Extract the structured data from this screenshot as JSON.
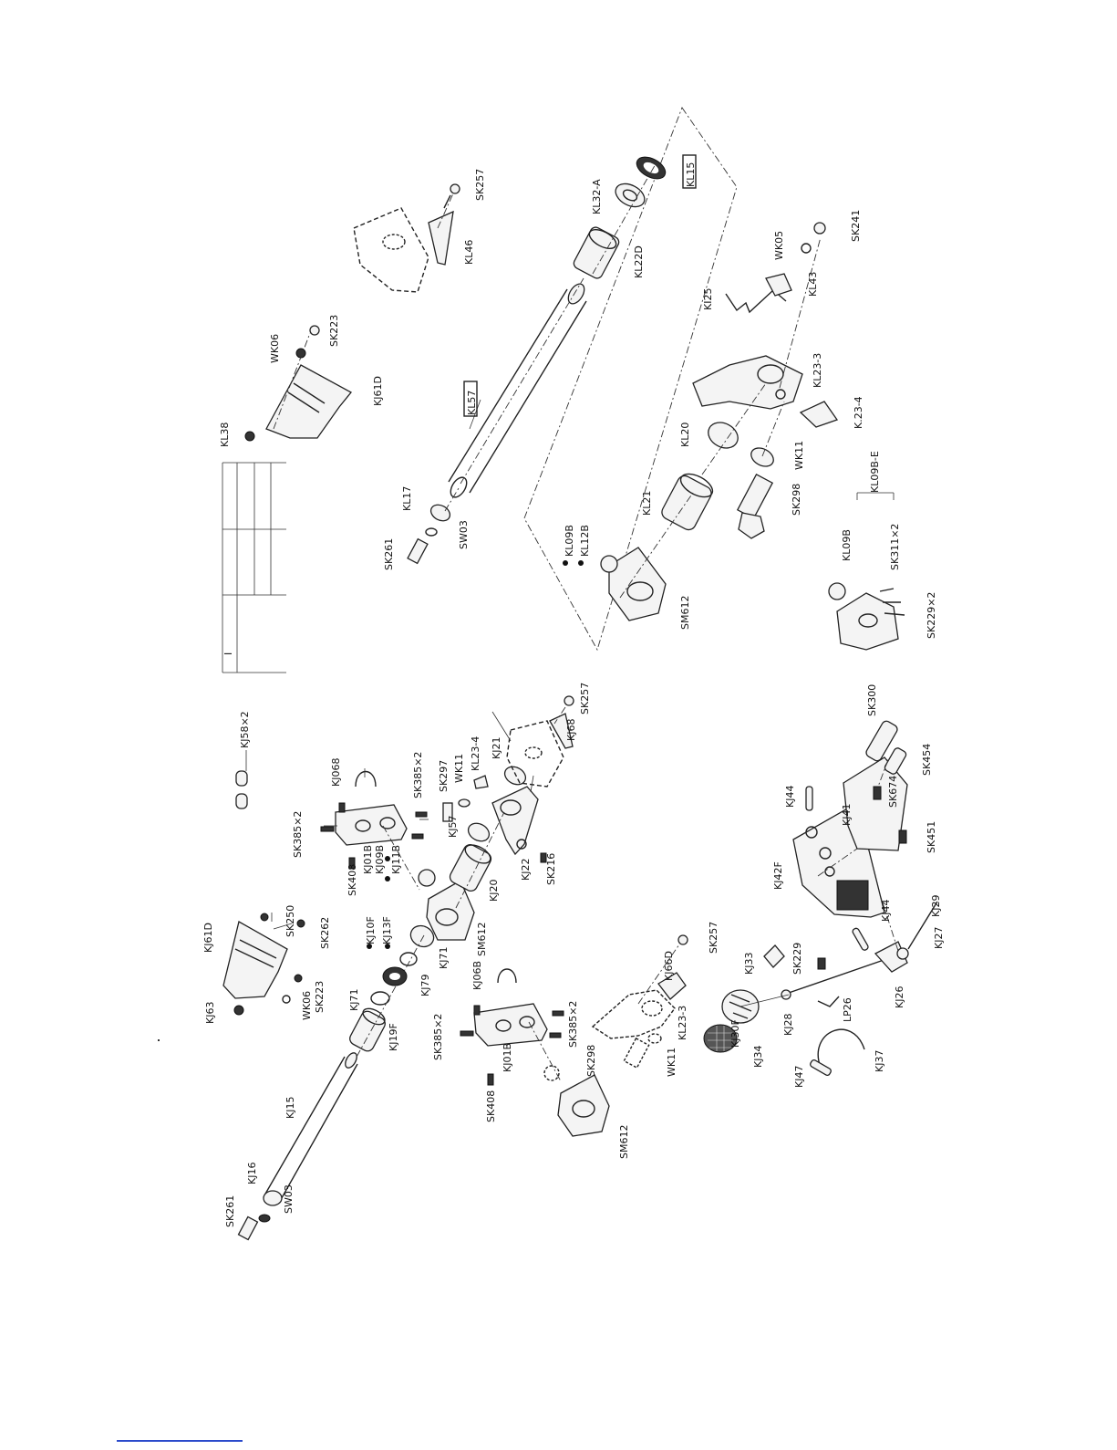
{
  "labels": {
    "kj58": "KJ58×2",
    "kj068": "KJ068",
    "sk385_a": "SK385×2",
    "sk385_b": "SK385×2",
    "kj01b_a": "KJ01B",
    "kj09b": "KJ09B",
    "kj11b": "KJ11B",
    "sk408_a": "SK408",
    "sk297": "SK297",
    "wk11_a": "WK11",
    "kl23_4_a": "KL23-4",
    "kj21": "KJ21",
    "kj57": "KJ57",
    "kj20": "KJ20",
    "sm612_a": "SM612",
    "kj22": "KJ22",
    "sk216": "SK216",
    "sk257_a": "SK257",
    "kj68": "KJ68",
    "kj61d_a": "KJ61D",
    "sk250": "SK250",
    "sk262": "SK262",
    "kj10f": "KJ10F",
    "kj13f": "KJ13F",
    "kj63": "KJ63",
    "wk06_a": "WK06",
    "sk223_a": "SK223",
    "kj71_a": "KJ71",
    "kj79": "KJ79",
    "kj71_b": "KJ71",
    "kj19f": "KJ19F",
    "kj15": "KJ15",
    "kj16": "KJ16",
    "sk261_a": "SK261",
    "sw03_a": "SW03",
    "kj06b": "KJ06B",
    "sk385_c": "SK385×2",
    "sk385_d": "SK385×2",
    "kj01b_b": "KJ01B",
    "sk408_b": "SK408",
    "sm612_b": "SM612",
    "sk298_a": "SK298",
    "wk11_b": "WK11",
    "kl23_3_a": "KL23-3",
    "kj66d": "KJ66D",
    "sk257_b": "SK257",
    "kj33": "KJ33",
    "kj30f": "KJ30F",
    "kj34": "KJ34",
    "kj47": "KJ47",
    "kj37": "KJ37",
    "kj28": "KJ28",
    "lp26": "LP26",
    "sk229_a": "SK229",
    "kj26": "KJ26",
    "kj27": "KJ27",
    "kj29": "KJ29",
    "kj44_a": "KJ44",
    "kj44_b": "KJ44",
    "kj42f": "KJ42F",
    "kj41": "KJ41",
    "sk451": "SK451",
    "sk674": "SK674",
    "sk454": "SK454",
    "sk300": "SK300",
    "kl38": "KL38",
    "wk06_b": "WK06",
    "sk223_b": "SK223",
    "kj61d_b": "KJ61D",
    "kl46": "KL46",
    "sk257_c": "SK257",
    "kl57": "KL57",
    "kl17": "KL17",
    "sk261_b": "SK261",
    "sw03_b": "SW03",
    "kl22d": "KL22D",
    "kl32a": "KL32-A",
    "kl15": "KL15",
    "kl09b_a": "KL09B",
    "kl12b": "KL12B",
    "sm612_c": "SM612",
    "kl21": "KL21",
    "kl20": "KL20",
    "sk298_b": "SK298",
    "wk11_c": "WK11",
    "kl23_4_b": "K.23-4",
    "kl23_3_b": "KL23-3",
    "kl25": "KI25",
    "kl43": "KL43",
    "wk05": "WK05",
    "sk241": "SK241",
    "kl09b_e": "KL09B-E",
    "kl09b_b": "KL09B",
    "sk311": "SK311×2",
    "sk229_b": "SK229×2",
    "table_mark": "I"
  }
}
